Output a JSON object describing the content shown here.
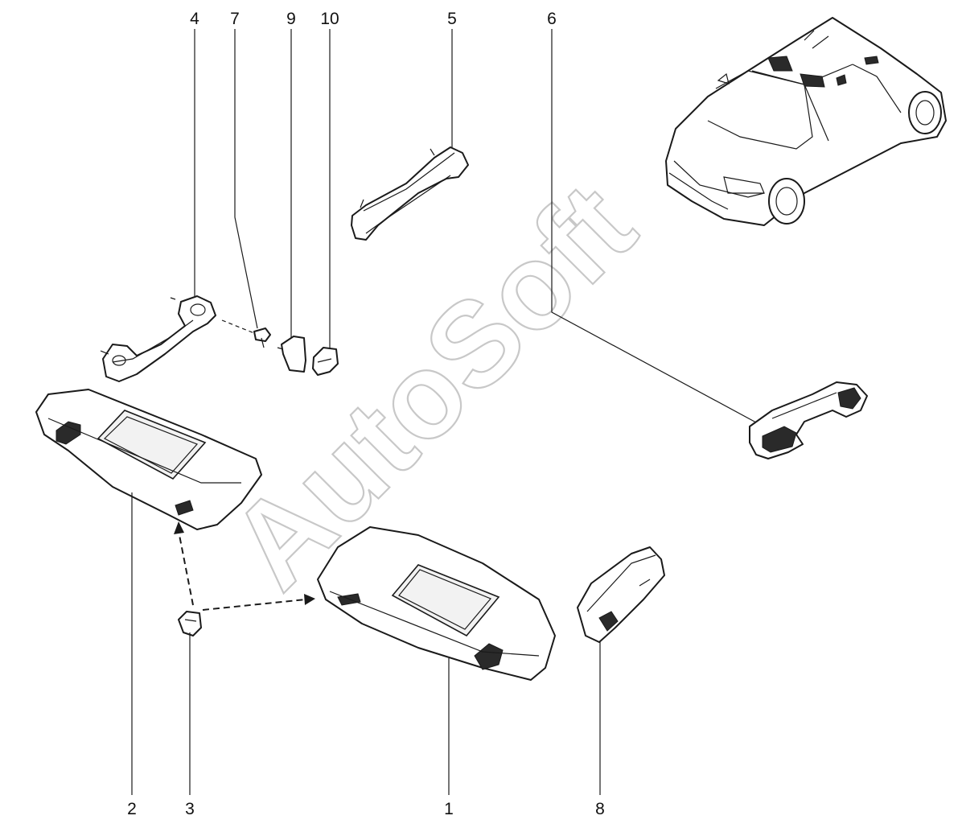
{
  "callouts": {
    "c1": "1",
    "c2": "2",
    "c3": "3",
    "c4": "4",
    "c5": "5",
    "c6": "6",
    "c7": "7",
    "c8": "8",
    "c9": "9",
    "c10": "10"
  },
  "watermark": "AutoSoft",
  "colors": {
    "line": "#1a1a1a",
    "watermark_outline": "#c8c8c8",
    "background": "#ffffff"
  }
}
